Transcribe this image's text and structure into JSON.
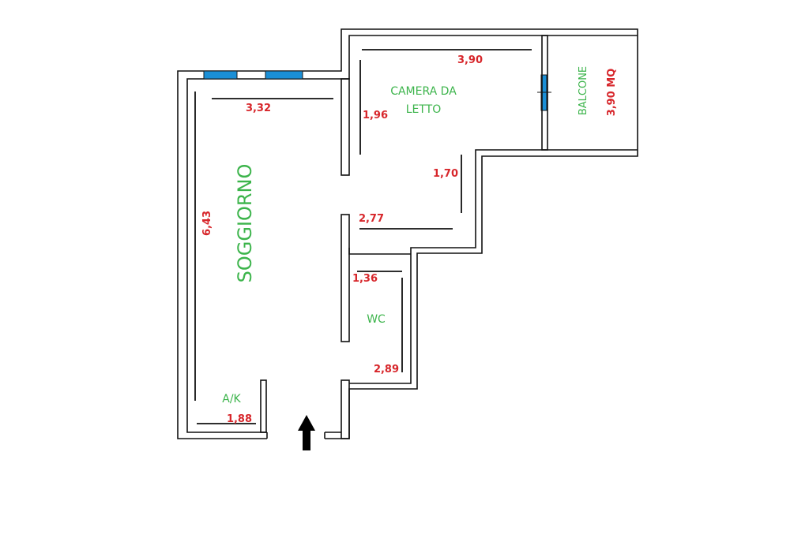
{
  "rooms": {
    "soggiorno": "SOGGIORNO",
    "camera_line1": "CAMERA DA",
    "camera_line2": "LETTO",
    "balcone": "BALCONE",
    "balcone_area": "3,90 MQ",
    "wc": "WC",
    "ak": "A/K"
  },
  "dimensions": {
    "soggiorno_width": "3,32",
    "soggiorno_length": "6,43",
    "camera_width": "3,90",
    "camera_depth": "1,96",
    "hall_depth": "1,70",
    "hall_width": "2,77",
    "wc_width": "1,36",
    "wc_length": "2,89",
    "ak_width": "1,88"
  },
  "colors": {
    "room_label": "#3cb44b",
    "dimension_label": "#d7262b",
    "wall": "#111111",
    "window": "#1b8fd6",
    "arrow": "#000000"
  },
  "icons": {
    "entrance": "up-arrow-icon"
  }
}
